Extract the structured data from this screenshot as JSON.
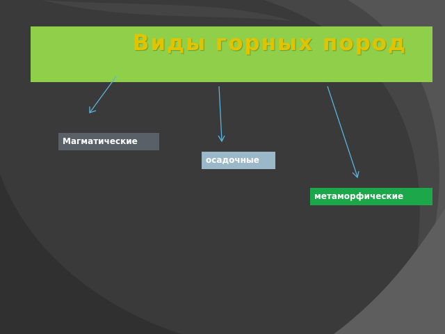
{
  "slide": {
    "title": "           Виды горных пород",
    "boxes": {
      "magmatic": "Магматические",
      "sedimentary": "осадочные",
      "metamorphic": "метаморфические"
    }
  },
  "colors": {
    "background": "#3d3d3d",
    "title_bar": "#8fcf4a",
    "title_text": "#e2c300",
    "arrow": "#5ab4e0",
    "magmatic_box": "#5a6068",
    "sedimentary_box": "#9bb8c8",
    "metamorphic_box": "#1ca84a"
  }
}
